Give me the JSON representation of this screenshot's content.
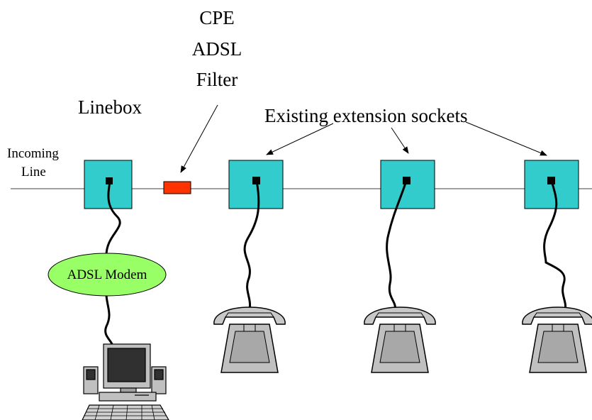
{
  "labels": {
    "filter_line1": "CPE",
    "filter_line2": "ADSL",
    "filter_line3": "Filter",
    "linebox": "Linebox",
    "extension_sockets": "Existing extension sockets",
    "incoming_line1": "Incoming",
    "incoming_line2": "Line",
    "modem": "ADSL Modem"
  },
  "colors": {
    "socket": "#33CCCC",
    "filter": "#FF3300",
    "modem": "#99FF66",
    "phone": "#C0C0C0",
    "line": "#808080",
    "cord": "#000000"
  },
  "icons": [
    "telephone-icon",
    "computer-icon"
  ]
}
